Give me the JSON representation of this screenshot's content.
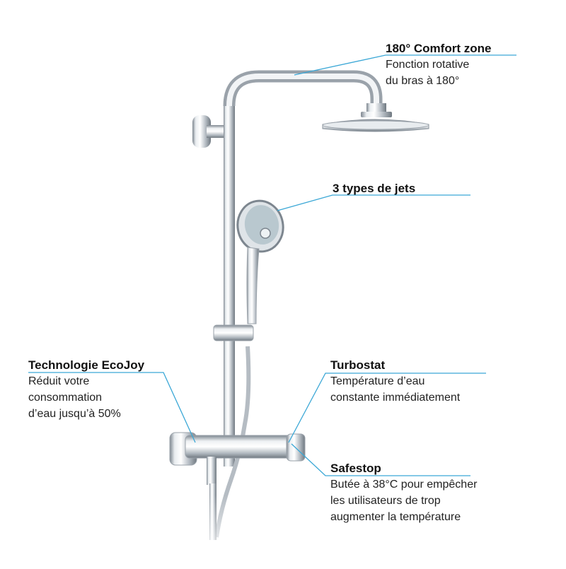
{
  "colors": {
    "leader_line": "#3aa7d6",
    "chrome_light": "#f4f6f8",
    "chrome_dark": "#8a939c",
    "accent_text": "#111111"
  },
  "callouts": {
    "comfort_zone": {
      "title": "180° Comfort zone",
      "lines": [
        "Fonction rotative",
        "du bras à 180°"
      ]
    },
    "jets": {
      "title": "3 types de jets",
      "lines": []
    },
    "ecojoy": {
      "title": "Technologie EcoJoy",
      "lines": [
        "Réduit votre",
        "consommation",
        "d’eau jusqu’à 50%"
      ]
    },
    "turbostat": {
      "title": "Turbostat",
      "lines": [
        "Température d’eau",
        "constante immédiatement"
      ]
    },
    "safestop": {
      "title": "Safestop",
      "lines": [
        "Butée à 38°C pour empêcher",
        "les utilisateurs de trop",
        "augmenter la température"
      ]
    }
  }
}
